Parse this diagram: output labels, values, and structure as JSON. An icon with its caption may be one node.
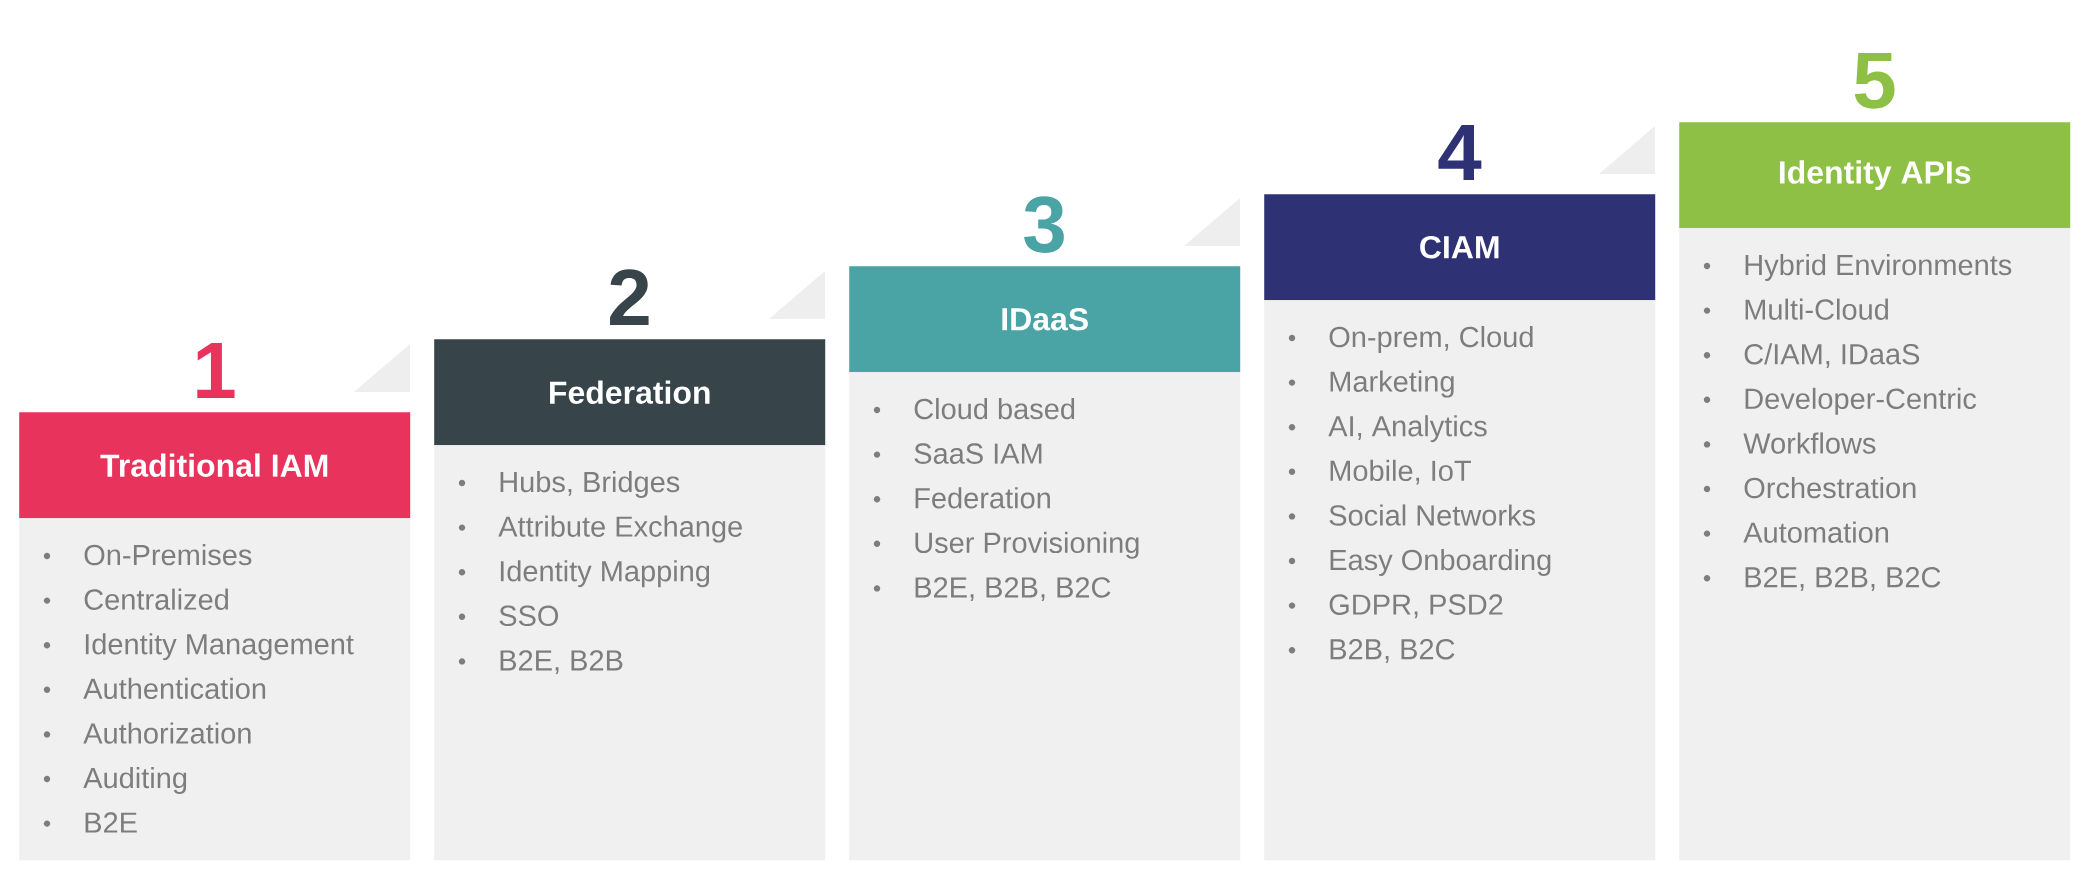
{
  "diagram": {
    "nodes": [
      {
        "text": [
          "Traditional IAM"
        ],
        "beside": [
          "1"
        ]
      },
      {
        "text": [
          "On-Premises",
          "Centralized",
          "Identity Management",
          "Authentication",
          "Authorization",
          "Auditing",
          "B2E"
        ]
      },
      {
        "text": [
          "Federation"
        ],
        "beside": [
          "2"
        ]
      },
      {
        "text": [
          "Hubs, Bridges",
          "Attribute Exchange",
          "Identity Mapping",
          "SSO",
          "B2E, B2B"
        ]
      },
      {
        "text": [
          "IDaaS"
        ],
        "beside": [
          "3"
        ]
      },
      {
        "text": [
          "Cloud based",
          "SaaS IAM",
          "Federation",
          "User Provisioning",
          "B2E, B2B, B2C"
        ]
      },
      {
        "text": [
          "CIAM"
        ],
        "beside": [
          "4"
        ]
      },
      {
        "text": [
          "On-prem, Cloud",
          "Marketing",
          "AI, Analytics",
          "Mobile, IoT",
          "Social Networks",
          "Easy Onboarding",
          "GDPR, PSD2",
          "B2B, B2C"
        ]
      },
      {
        "text": [
          "Identity APIs"
        ],
        "beside": [
          "5"
        ]
      },
      {
        "text": [
          "Hybrid Environments",
          "Multi-Cloud",
          "C/IAM, IDaaS",
          "Developer-Centric",
          "Workflows",
          "Orchestration",
          "Automation",
          "B2E, B2B, B2C"
        ]
      }
    ]
  }
}
